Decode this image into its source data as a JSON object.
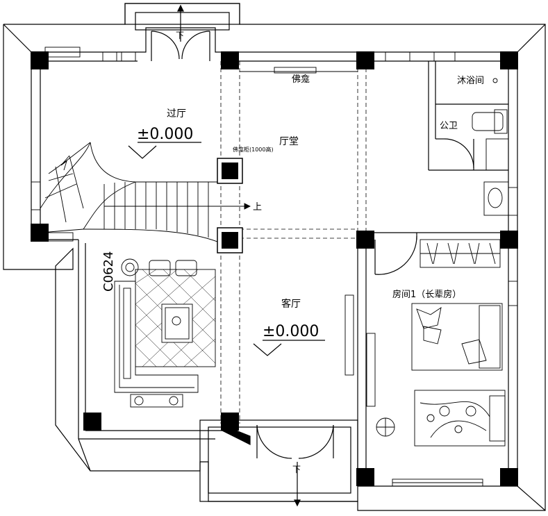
{
  "rooms": {
    "foyer": "过厅",
    "hall": "厅堂",
    "living": "客厅",
    "bedroom": "房间1（长辈房）",
    "bath": "沐浴间",
    "toilet": "公卫",
    "shrine": "佛龛"
  },
  "levels": {
    "foyer": "±0.000",
    "living": "±0.000"
  },
  "annotations": {
    "shrine_cabinet": "佛龛柜(1000高)",
    "window_code": "C0624"
  },
  "stairs": {
    "up": "上",
    "down_top": "下",
    "down_bottom": "下"
  }
}
